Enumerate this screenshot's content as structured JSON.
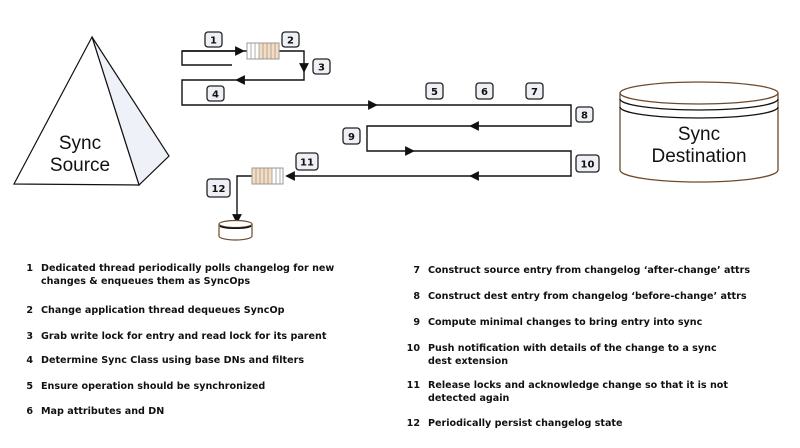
{
  "diagram": {
    "source_label": [
      "Sync",
      "Source"
    ],
    "destination_label": [
      "Sync",
      "Destination"
    ],
    "badges": [
      "1",
      "2",
      "3",
      "4",
      "5",
      "6",
      "7",
      "8",
      "9",
      "10",
      "11",
      "12"
    ],
    "colors": {
      "queue_fill": "#f6dcc0",
      "badge_fill": "#eef0f6",
      "cylinder_stroke": "#6b4a2e",
      "pyramid_side": "#eef1f8"
    }
  },
  "steps": [
    {
      "num": "1",
      "lines": [
        "Dedicated thread periodically polls  changelog for new",
        "changes & enqueues them as SyncOps"
      ]
    },
    {
      "num": "2",
      "lines": [
        "Change application thread  dequeues SyncOp"
      ]
    },
    {
      "num": "3",
      "lines": [
        "Grab write lock for entry and read lock for its parent"
      ]
    },
    {
      "num": "4",
      "lines": [
        "Determine Sync Class using base DNs and filters"
      ]
    },
    {
      "num": "5",
      "lines": [
        "Ensure operation should be synchronized"
      ]
    },
    {
      "num": "6",
      "lines": [
        "Map attributes and DN"
      ]
    },
    {
      "num": "7",
      "lines": [
        "Construct source entry from changelog ‘after-change’ attrs"
      ]
    },
    {
      "num": "8",
      "lines": [
        "Construct dest entry from changelog ‘before-change’ attrs"
      ]
    },
    {
      "num": "9",
      "lines": [
        "Compute minimal changes to bring entry into sync"
      ]
    },
    {
      "num": "10",
      "lines": [
        "Push notification with details of the change to a sync",
        "dest extension"
      ]
    },
    {
      "num": "11",
      "lines": [
        "Release locks and acknowledge change so that it is not",
        "detected again"
      ]
    },
    {
      "num": "12",
      "lines": [
        "Periodically persist  changelog state"
      ]
    }
  ]
}
